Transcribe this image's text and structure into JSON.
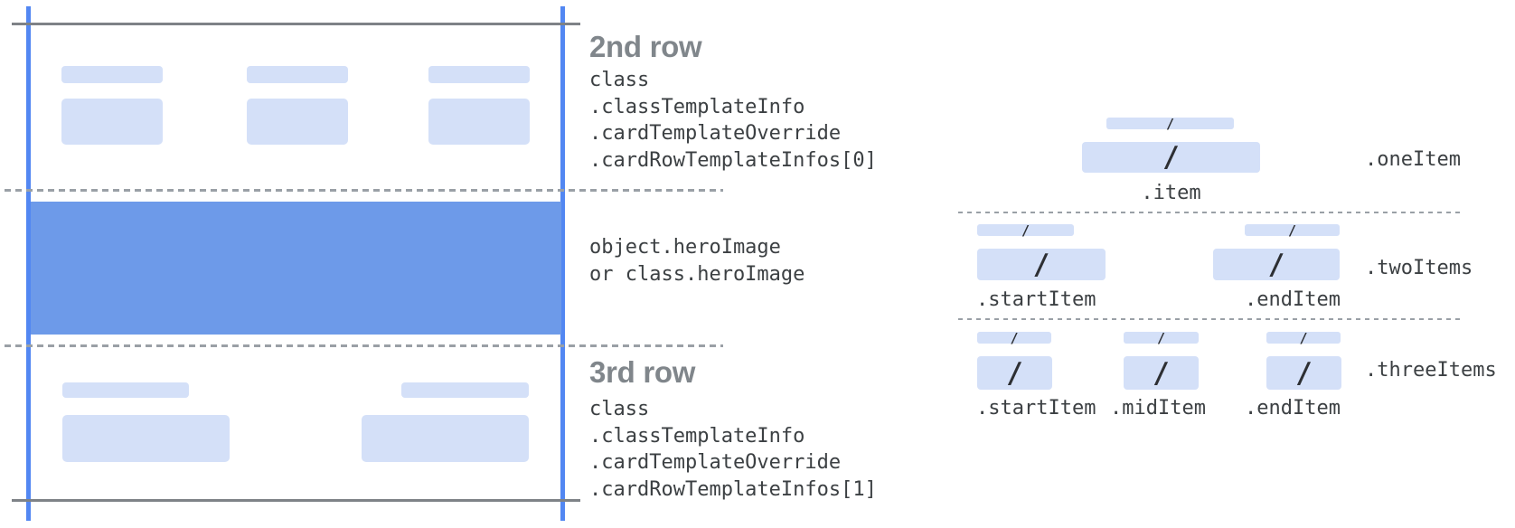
{
  "colors": {
    "chip": "#d4e0f8",
    "hero_band": "#6d9ae9",
    "guide_line_blue": "#5287f2",
    "frame_line_gray": "#7e8287",
    "dash_gray": "#9aa0a6",
    "heading_gray": "#80868b",
    "code_text": "#3c4043",
    "slash": "#2d2f33"
  },
  "card": {
    "second_row": {
      "heading": "2nd row",
      "code_lines": [
        "class",
        ".classTemplateInfo",
        ".cardTemplateOverride",
        ".cardRowTemplateInfos[0]"
      ]
    },
    "hero_image": {
      "code_lines": [
        "object.heroImage",
        "or class.heroImage"
      ]
    },
    "third_row": {
      "heading": "3rd row",
      "code_lines": [
        "class",
        ".classTemplateInfo",
        ".cardTemplateOverride",
        ".cardRowTemplateInfos[1]"
      ]
    }
  },
  "items_panel": {
    "slash": "/",
    "one_item": {
      "row_label": ".oneItem",
      "items": [
        {
          "label": ".item"
        }
      ]
    },
    "two_items": {
      "row_label": ".twoItems",
      "items": [
        {
          "label": ".startItem"
        },
        {
          "label": ".endItem"
        }
      ]
    },
    "three_items": {
      "row_label": ".threeItems",
      "items": [
        {
          "label": ".startItem"
        },
        {
          "label": ".midItem"
        },
        {
          "label": ".endItem"
        }
      ]
    }
  }
}
